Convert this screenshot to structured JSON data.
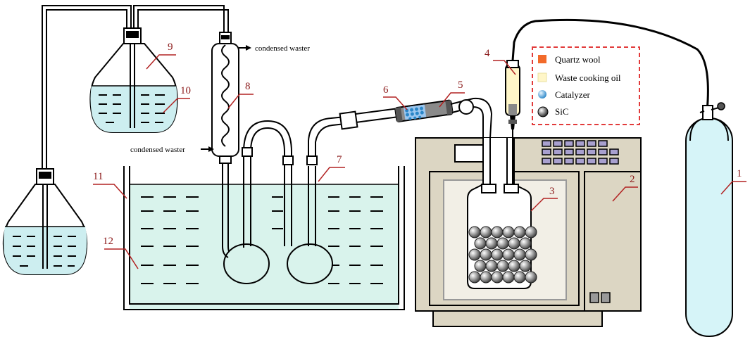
{
  "colors": {
    "water": "#cdeef0",
    "bath": "#d9f3ec",
    "cylinder": "#d6f4f8",
    "microwave": "#dcd6c3",
    "cavity": "#f2efe6",
    "keypad": "#a8a0cf",
    "quartz_wool": "#f26a2a",
    "oil": "#fff6c8",
    "catalyzer": "#4aa3df",
    "sic": "#6b6b6b",
    "label_line": "#b22222",
    "legend_border": "#e23b3b"
  },
  "labels": {
    "n1": "1",
    "n2": "2",
    "n3": "3",
    "n4": "4",
    "n5": "5",
    "n6": "6",
    "n7": "7",
    "n8": "8",
    "n9": "9",
    "n10": "10",
    "n11": "11",
    "n12": "12"
  },
  "annotations": {
    "condensed_top": "condensed waster",
    "condensed_bottom": "condensed waster"
  },
  "legend": {
    "items": [
      {
        "label": "Quartz wool",
        "icon": "orange-square"
      },
      {
        "label": "Waste cooking oil",
        "icon": "pale-yellow-square"
      },
      {
        "label": "Catalyzer",
        "icon": "blue-sphere"
      },
      {
        "label": "SiC",
        "icon": "grey-sphere"
      }
    ]
  }
}
